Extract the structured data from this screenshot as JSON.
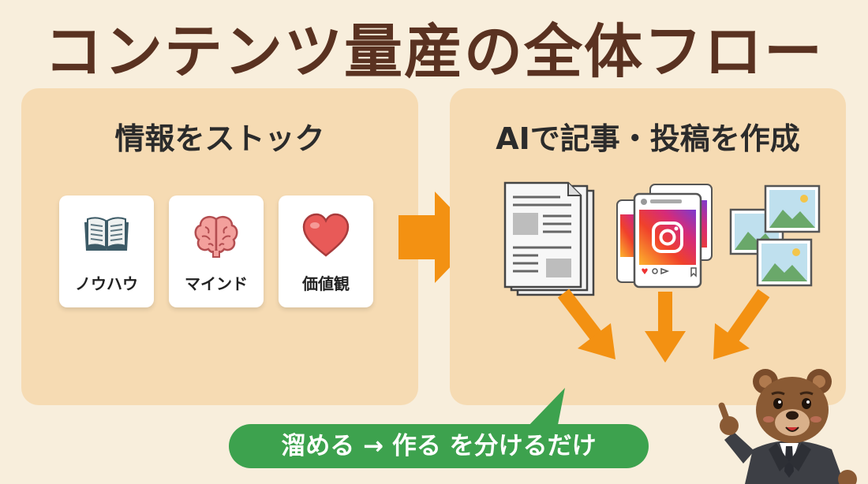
{
  "title": "コンテンツ量産の全体フロー",
  "left_panel": {
    "title": "情報をストック",
    "cards": [
      {
        "label": "ノウハウ",
        "icon": "book-icon"
      },
      {
        "label": "マインド",
        "icon": "brain-icon"
      },
      {
        "label": "価値観",
        "icon": "heart-icon"
      }
    ]
  },
  "right_panel": {
    "title": "AIで記事・投稿を作成",
    "sources": [
      "document-stack-icon",
      "instagram-post-stack-icon",
      "image-stack-icon"
    ]
  },
  "footer": {
    "text": "溜める → 作る を分けるだけ"
  },
  "colors": {
    "background": "#f8eedc",
    "panel": "#f6dbb3",
    "title": "#5a3221",
    "arrow": "#f39112",
    "banner": "#3da24e"
  },
  "mascot": "bear-businessman-pointing"
}
